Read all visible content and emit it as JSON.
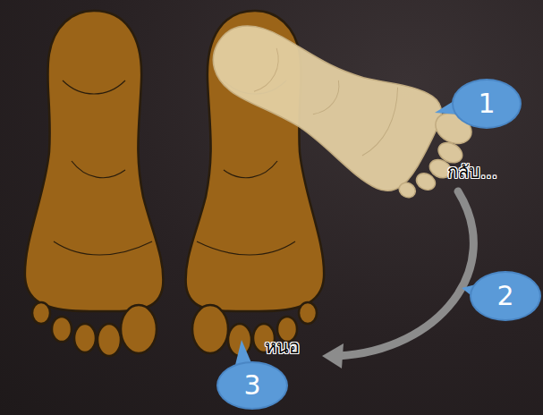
{
  "diagram": {
    "nodes": [
      {
        "text": [
          "1"
        ]
      },
      {
        "text": [
          "2"
        ]
      },
      {
        "text": [
          "3"
        ]
      }
    ],
    "labels": [
      "กลับ...",
      "หนอ"
    ]
  }
}
